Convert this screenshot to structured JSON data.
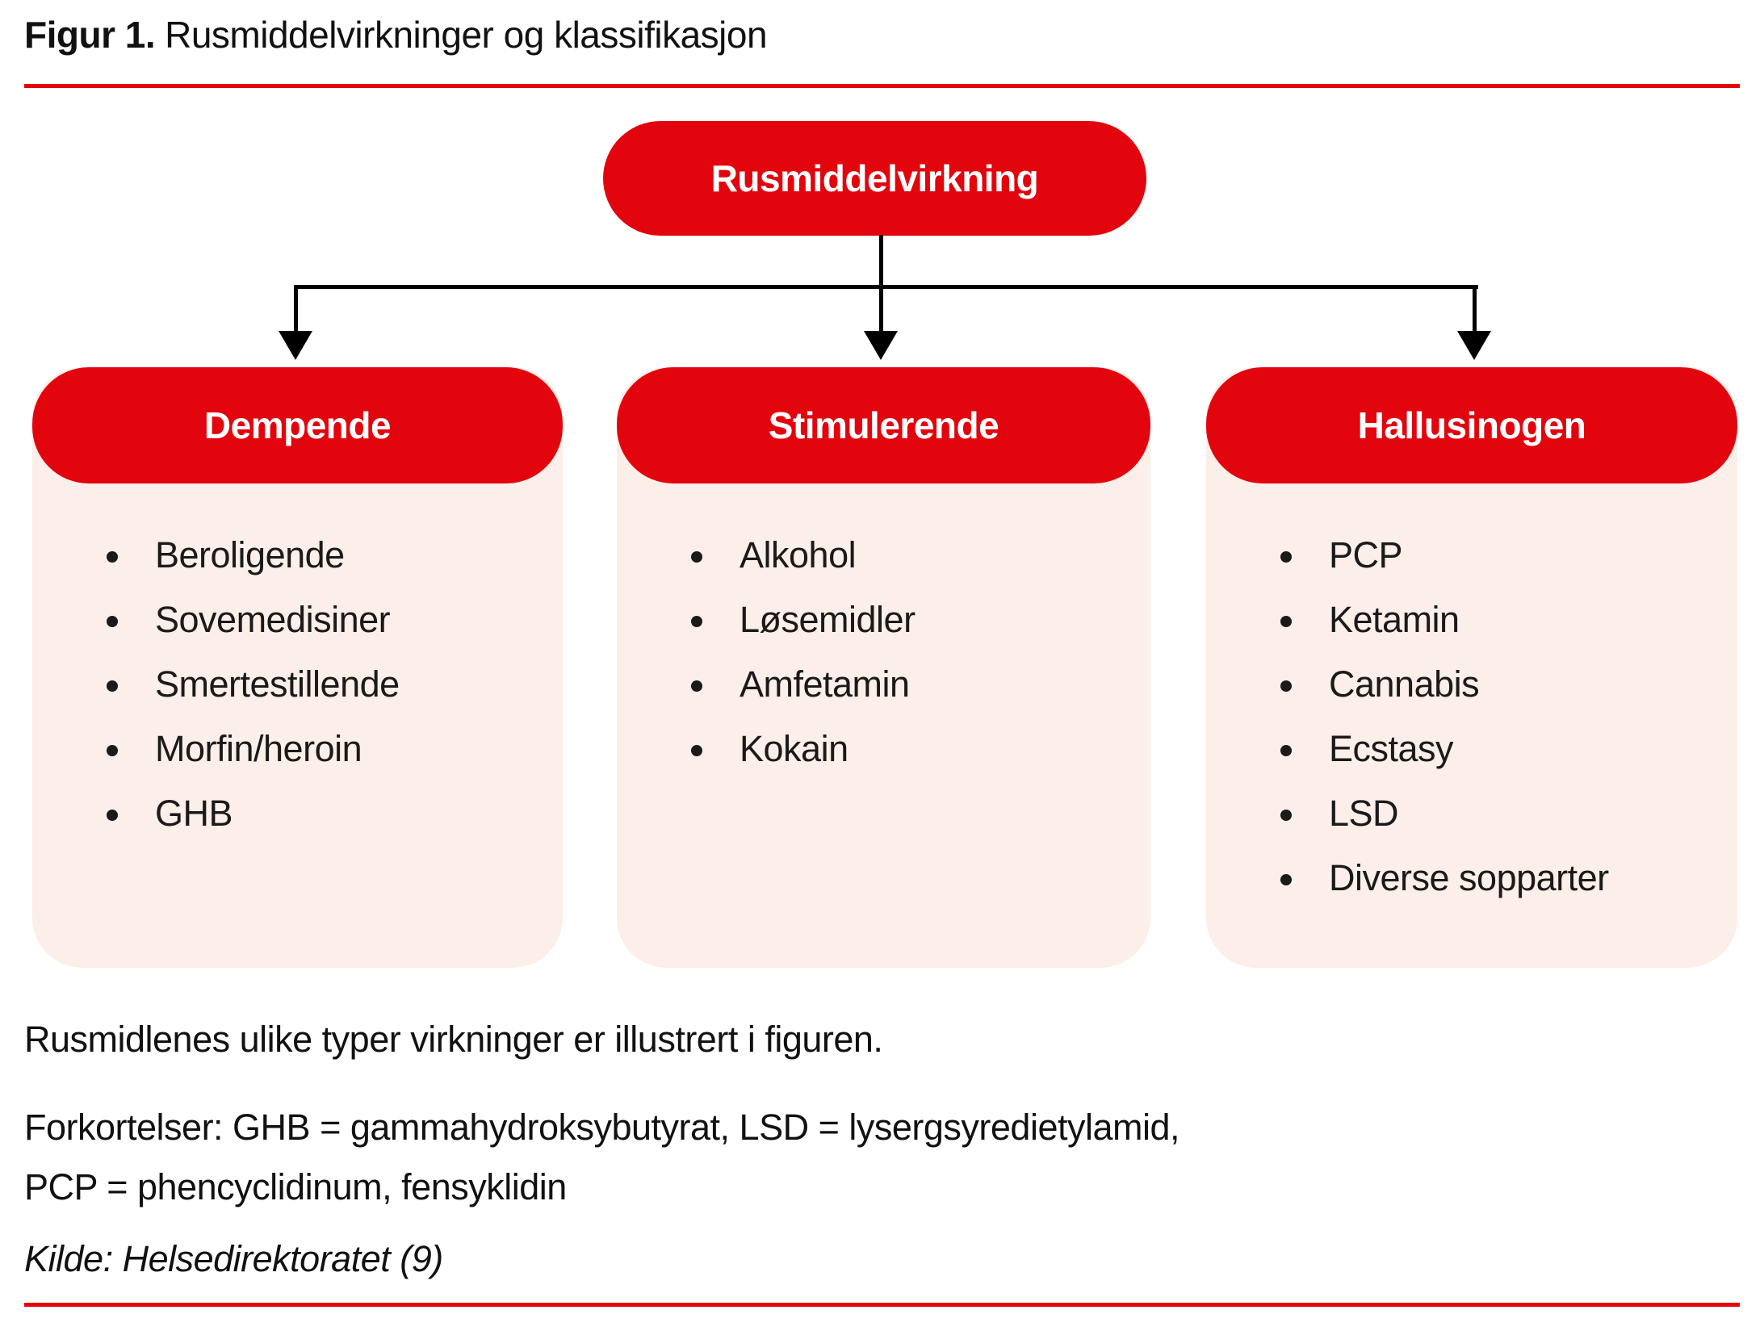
{
  "figure": {
    "label": "Figur 1.",
    "title": "Rusmiddelvirkninger og klassifikasjon"
  },
  "root_node": {
    "label": "Rusmiddelvirkning"
  },
  "categories": [
    {
      "label": "Dempende",
      "items": [
        "Beroligende",
        "Sovemedisiner",
        "Smertestillende",
        "Morfin/heroin",
        "GHB"
      ]
    },
    {
      "label": "Stimulerende",
      "items": [
        "Alkohol",
        "Løsemidler",
        "Amfetamin",
        "Kokain"
      ]
    },
    {
      "label": "Hallusinogen",
      "items": [
        "PCP",
        "Ketamin",
        "Cannabis",
        "Ecstasy",
        "LSD",
        "Diverse sopparter"
      ]
    }
  ],
  "caption": "Rusmidlenes ulike typer virkninger er illustrert i figuren.",
  "abbreviations": "Forkortelser: GHB = gammahydroksybutyrat, LSD = lysergsyredietylamid,\nPCP = phencyclidinum, fensyklidin",
  "source": "Kilde: Helsedirektoratet (9)",
  "colors": {
    "red": "#E2050E",
    "pink": "#FCEEE8",
    "line": "#000000",
    "text": "#1A1A1A"
  }
}
